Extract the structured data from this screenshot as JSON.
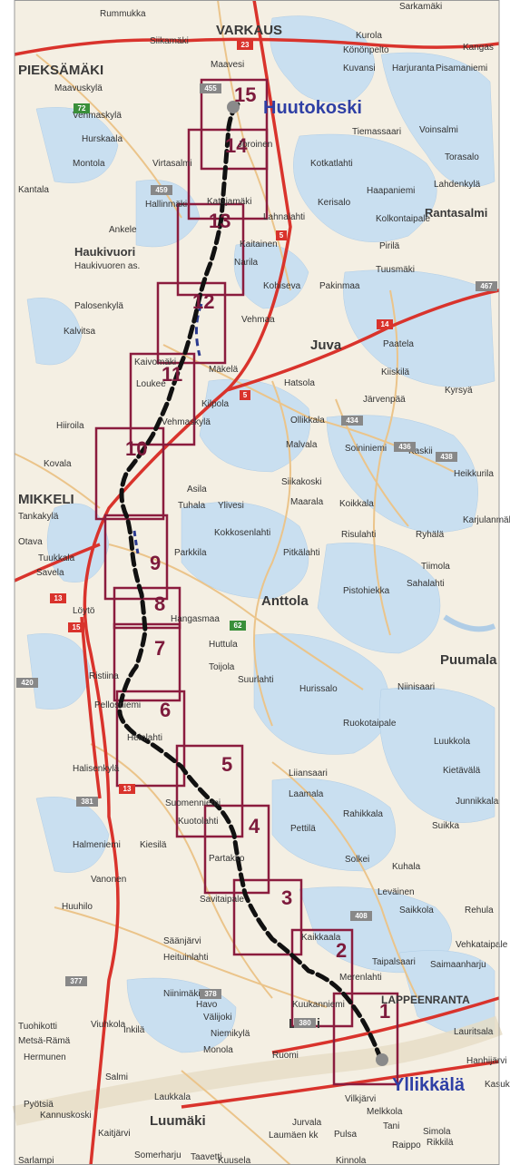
{
  "colors": {
    "land": "#f4efe3",
    "water": "#c9dff0",
    "main_road": "#d9332c",
    "minor_road": "#ebc48a",
    "route": "#111111",
    "route_dashed_alt": "#2b3a8f",
    "box_stroke": "#8b1c3e",
    "box_number": "#7d1a3c",
    "endpoint_label": "#2e3fa5",
    "marker": "#8a8a8a"
  },
  "endpoints": [
    {
      "name": "Huutokoski",
      "role": "start"
    },
    {
      "name": "Yllikkälä",
      "role": "end"
    }
  ],
  "segments": [
    {
      "number": "1"
    },
    {
      "number": "2"
    },
    {
      "number": "3"
    },
    {
      "number": "4"
    },
    {
      "number": "5"
    },
    {
      "number": "6"
    },
    {
      "number": "7"
    },
    {
      "number": "8"
    },
    {
      "number": "9"
    },
    {
      "number": "10"
    },
    {
      "number": "11"
    },
    {
      "number": "12"
    },
    {
      "number": "13"
    },
    {
      "number": "14"
    },
    {
      "number": "15"
    }
  ],
  "towns": [
    "VARKAUS",
    "PIEKSÄMÄKI",
    "MIKKELI",
    "Juva",
    "Anttola",
    "Puumala",
    "Rantasalmi",
    "Luumäki",
    "Lemi",
    "Haukivuori",
    "LAPPEENRANTA"
  ],
  "places": [
    "Sarkamäki",
    "Kurola",
    "Könönpelto",
    "Kangas",
    "Kuvansi",
    "Harjuranta",
    "Pisamaniemi",
    "Rummukka",
    "Siikamäki",
    "Maavesi",
    "Maavuskylä",
    "Vehmaskylä",
    "Hurskaala",
    "Montola",
    "Virtasalmi",
    "Tiemassaari",
    "Voinsalmi",
    "Torasalo",
    "Kotkatlahti",
    "Kantala",
    "Hallinmäki",
    "Ankele",
    "Katajamäki",
    "Lahnalahti",
    "Kerisalo",
    "Haapaniemi",
    "Lahdenkylä",
    "Kolkontaipale",
    "Kaitainen",
    "Narila",
    "Pirilä",
    "Tuusmäki",
    "Haukivuoren as.",
    "Palosenkylä",
    "Kalvitsa",
    "Joroinen",
    "Kohiseva",
    "Pakinmaa",
    "Paatela",
    "Vehmaa",
    "Kaivomäki",
    "Loukee",
    "Mäkelä",
    "Kilpola",
    "Hatsola",
    "Kiiskilä",
    "Kyrsyä",
    "Järvenpää",
    "Hiiroila",
    "Vehmaskylä",
    "Ollikkala",
    "Kovala",
    "Malvala",
    "Soininiemi",
    "Kaskii",
    "Heikkurila",
    "Siikakoski",
    "Asila",
    "Tuhala",
    "Maarala",
    "Koikkala",
    "Ylivesi",
    "Karjulanmäki",
    "Tankakylä",
    "Otava",
    "Kokkosenlahti",
    "Risulahti",
    "Ryhälä",
    "Parkkila",
    "Pitkälahti",
    "Tuukkala",
    "Savela",
    "Pistohiekka",
    "Sahalahti",
    "Tiimola",
    "Löytö",
    "Hangasmaa",
    "Huttula",
    "Ristiina",
    "Toijola",
    "Suurlahti",
    "Hurissalo",
    "Niinisaari",
    "Pellosniemi",
    "Ruokotaipale",
    "Luukkola",
    "Heinlahti",
    "Halisenkylä",
    "Liiansaari",
    "Kietävälä",
    "Laamala",
    "Junnikkala",
    "Suomenniemi",
    "Kuotolahti",
    "Rahikkala",
    "Suikka",
    "Kiesilä",
    "Halmeniemi",
    "Pettilä",
    "Partakko",
    "Solkei",
    "Kuhala",
    "Vanonen",
    "Huuhilo",
    "Savitaipale",
    "Leväinen",
    "Saikkola",
    "Rehula",
    "Säänjärvi",
    "Heituinlahti",
    "Kaikkaala",
    "Taipalsaari",
    "Saimaanharju",
    "Vehkataipale",
    "Havo",
    "Niinimäki",
    "Merenlahti",
    "Tuohikotti",
    "Metsä-Rämä",
    "Viuhkola",
    "Inkilä",
    "Hermunen",
    "Välijoki",
    "Niemikylä",
    "Kuukanniemi",
    "Monola",
    "Ruomi",
    "Lauritsala",
    "Hanhijärvi",
    "Salmi",
    "Kasukkala",
    "Pyötsiä",
    "Laukkala",
    "Kannuskoski",
    "Vilkjärvi",
    "Kaitjärvi",
    "Jurvala",
    "Melkkola",
    "Tani",
    "Simola",
    "Rikkilä",
    "Somerharju",
    "Taavetti",
    "Laumäen kk",
    "Pulsa",
    "Raippo",
    "Sarlampi",
    "Kuusela",
    "Kinnola"
  ],
  "road_numbers": [
    "5",
    "5",
    "14",
    "13",
    "15",
    "13",
    "23",
    "72",
    "455",
    "459",
    "434",
    "436",
    "408",
    "378",
    "377",
    "380",
    "420",
    "381",
    "62",
    "467",
    "438"
  ]
}
